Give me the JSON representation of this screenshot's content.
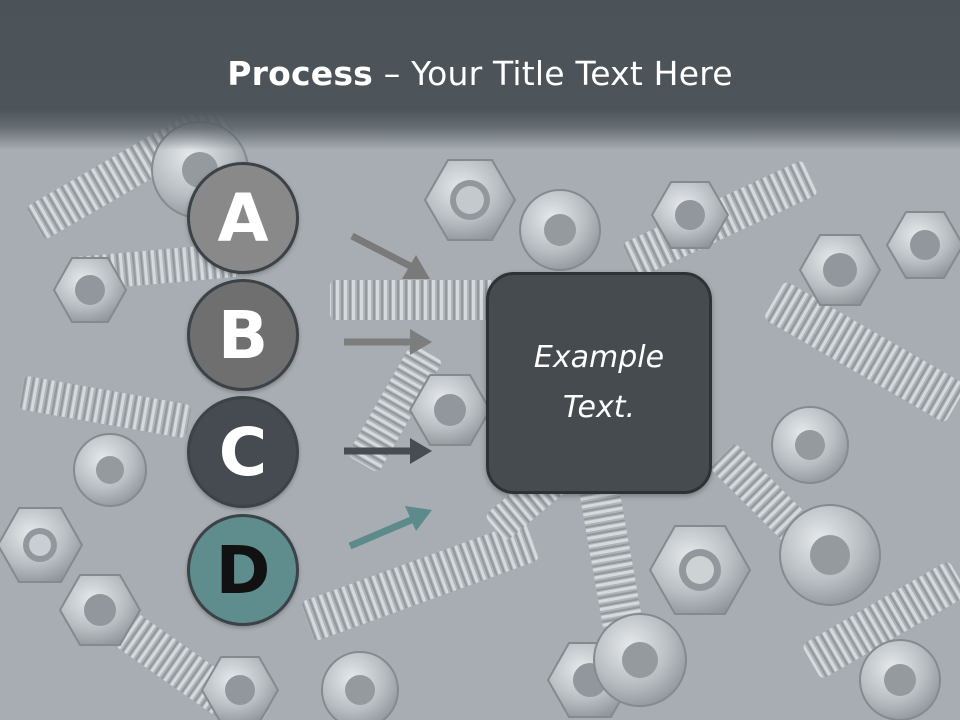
{
  "slide": {
    "title_bold": "Process",
    "title_rest": " – Your Title Text Here",
    "steps": [
      {
        "letter": "A",
        "color": "#898989",
        "arrow_color": "#7a7a7a"
      },
      {
        "letter": "B",
        "color": "#6f6f6f",
        "arrow_color": "#7d7d7d"
      },
      {
        "letter": "C",
        "color": "#454b50",
        "arrow_color": "#464c52"
      },
      {
        "letter": "D",
        "color": "#5f8c8c",
        "arrow_color": "#5d8a8a"
      }
    ],
    "box_line1": "Example",
    "box_line2": "Text.",
    "box_color": "#464b50",
    "title_bar_color": "#4b5359"
  }
}
